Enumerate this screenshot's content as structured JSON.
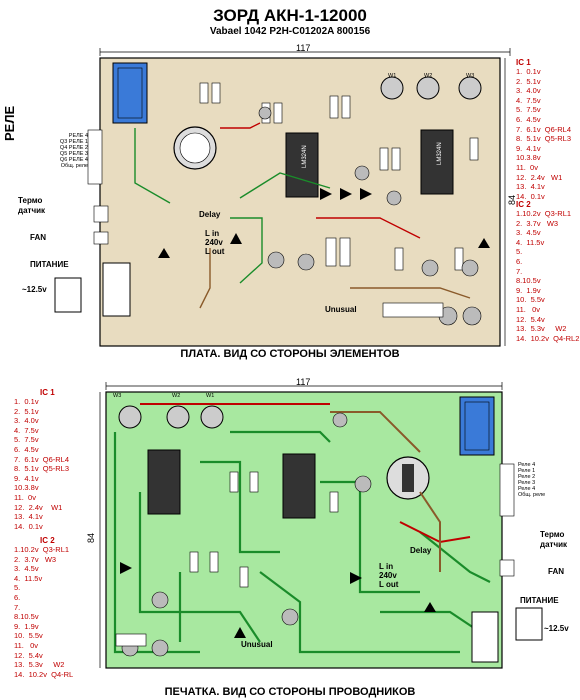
{
  "header": {
    "title": "ЗОРД  АКН-1-12000",
    "subtitle": "Vabael  1042 P2H-C01202A 800156"
  },
  "top_board": {
    "dimension_width": "117",
    "dimension_height": "84",
    "caption": "ПЛАТА. ВИД СО СТОРОНЫ ЭЛЕМЕНТОВ",
    "relay_group_label": "РЕЛЕ",
    "connector_labels": [
      "РЕЛЕ 4",
      "Q3 РЕЛЕ 1",
      "Q4 РЕЛЕ 2",
      "Q5 РЕЛЕ 3",
      "Q6 РЕЛЕ 4",
      "Общ. реле"
    ],
    "thermo_label": "Термо\nдатчик",
    "fan_label": "FAN",
    "power_label": "ПИТАНИЕ",
    "power_voltage": "~12.5v",
    "delay_label": "Delay",
    "line_labels": [
      "L in",
      "240v",
      "L out"
    ],
    "unusual_label": "Unusual",
    "chip1_label": "LM324N",
    "chip2_label": "LM324N",
    "w_labels": [
      "W1",
      "W2",
      "W3"
    ]
  },
  "bottom_board": {
    "dimension_width": "117",
    "dimension_height": "84",
    "caption": "ПЕЧАТКА. ВИД СО СТОРОНЫ ПРОВОДНИКОВ",
    "connector_labels": [
      "Реле 4",
      "Реле 1",
      "Реле 2",
      "Реле 3",
      "Реле 4",
      "Общ. реле"
    ],
    "thermo_label": "Термо\nдатчик",
    "fan_label": "FAN",
    "power_label": "ПИТАНИЕ",
    "power_voltage": "~12.5v",
    "delay_label": "Delay",
    "line_labels": [
      "L in",
      "240v",
      "L out"
    ],
    "unusual_label": "Unusual",
    "w_labels": [
      "W3",
      "W2",
      "W1"
    ]
  },
  "ic1_top": {
    "title": "IC 1",
    "lines": [
      "1.  0.1v",
      "2.  5.1v",
      "3.  4.0v",
      "4.  7.5v",
      "5.  7.5v",
      "6.  4.5v",
      "7.  6.1v  Q6-RL4",
      "8.  5.1v  Q5-RL3",
      "9.  4.1v",
      "10.3.8v",
      "11.  0v",
      "12.  2.4v   W1",
      "13.  4.1v",
      "14.  0.1v"
    ]
  },
  "ic2_top": {
    "title": "IC 2",
    "lines": [
      "1.10.2v  Q3-RL1",
      "2.  3.7v   W3",
      "3.  4.5v",
      "4.  11.5v",
      "5.",
      "6.",
      "7.",
      "8.10.5v",
      "9.  1.9v",
      "10.  5.5v",
      "11.   0v",
      "12.  5.4v",
      "13.  5.3v     W2",
      "14.  10.2v  Q4-RL2"
    ]
  },
  "ic1_bottom": {
    "title": "IC 1",
    "lines": [
      "1.  0.1v",
      "2.  5.1v",
      "3.  4.0v",
      "4.  7.5v",
      "5.  7.5v",
      "6.  4.5v",
      "7.  6.1v  Q6-RL4",
      "8.  5.1v  Q5-RL3",
      "9.  4.1v",
      "10.3.8v",
      "11.  0v",
      "12.  2.4v    W1",
      "13.  4.1v",
      "14.  0.1v"
    ]
  },
  "ic2_bottom": {
    "title": "IC 2",
    "lines": [
      "1.10.2v  Q3-RL1",
      "2.  3.7v   W3",
      "3.  4.5v",
      "4.  11.5v",
      "5.",
      "6.",
      "7.",
      "8.10.5v",
      "9.  1.9v",
      "10.  5.5v",
      "11.   0v",
      "12.  5.4v",
      "13.  5.3v     W2",
      "14.  10.2v  Q4-RL"
    ]
  },
  "colors": {
    "top_board_fill": "#e8dcc0",
    "bottom_board_fill": "#a8e8a0",
    "trace_green": "#1a8c2a",
    "trace_red": "#c00000",
    "trace_brown": "#8a5a2a",
    "relay_blue": "#3a7ad8",
    "annotation_red": "#c00000"
  }
}
